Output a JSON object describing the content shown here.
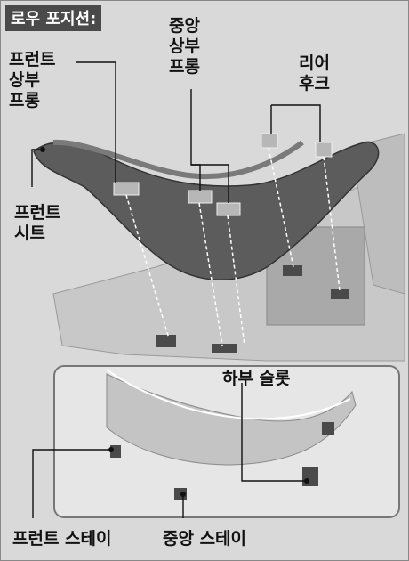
{
  "title": "로우 포지션:",
  "labels": {
    "front_upper_prong": "프런트\n상부\n프롱",
    "center_upper_prong": "중앙\n상부\n프롱",
    "rear_hook": "리어\n후크",
    "front_seat": "프런트\n시트",
    "lower_slot": "하부 슬롯",
    "front_stay": "프런트 스테이",
    "center_stay": "중앙 스테이"
  },
  "colors": {
    "background": "#d9d9d9",
    "seat": "#5c5c5c",
    "title_bg": "#4a4a4a"
  }
}
